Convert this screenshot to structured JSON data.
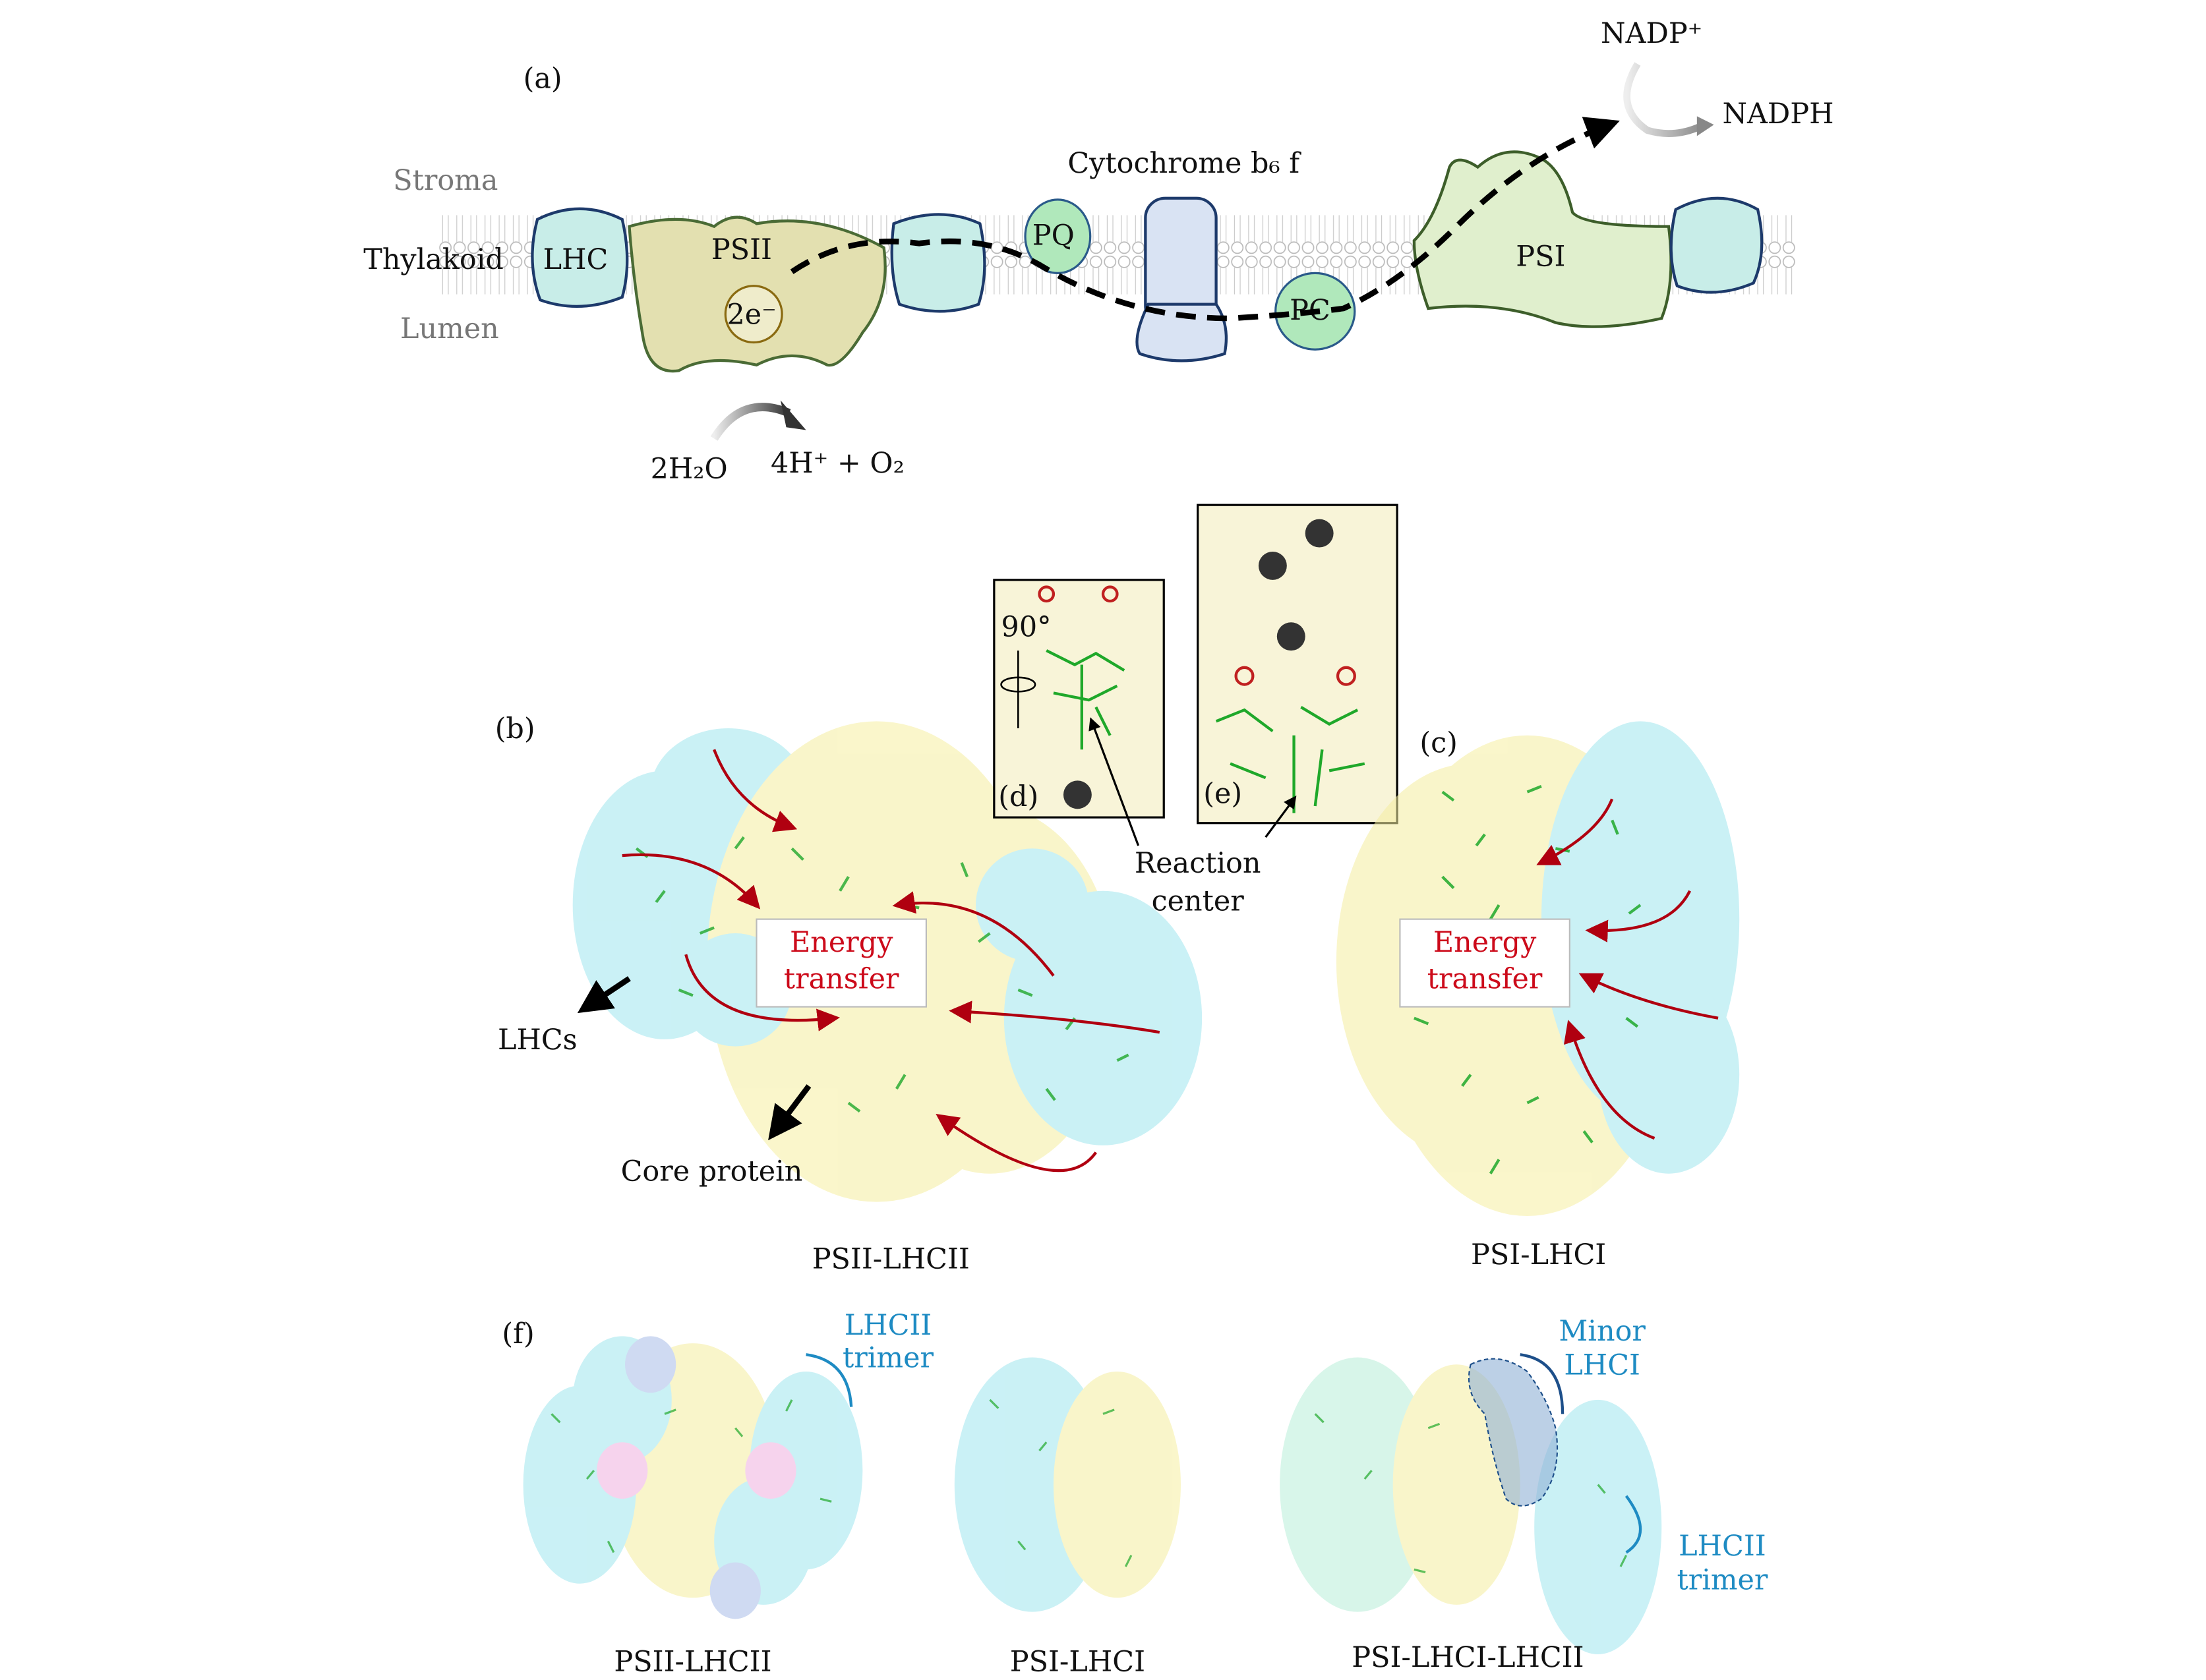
{
  "colors": {
    "cyan": "#c8ede8",
    "psii": "#e3e0b0",
    "psi": "#e0efcd",
    "pq": "#b0e8bb",
    "cyt": "#d9e3f3",
    "energy": "#cc0a1a",
    "annot": "#1e8bc3",
    "thylakoid": "#4a7c3a"
  },
  "panel_a": {
    "label": "(a)",
    "stroma": "Stroma",
    "thylakoid": "Thylakoid",
    "lumen": "Lumen",
    "lhc": "LHC",
    "psii": "PSII",
    "electrons": "2e⁻",
    "pq": "PQ",
    "cytochrome": "Cytochrome b₆ f",
    "pc": "PC",
    "psi": "PSI",
    "nadp": "NADP⁺",
    "nadph": "NADPH",
    "water": "2H₂O",
    "products": "4H⁺ + O₂"
  },
  "panel_b": {
    "label": "(b)",
    "energy_line1": "Energy",
    "energy_line2": "transfer",
    "lhcs": "LHCs",
    "core": "Core protein",
    "caption": "PSII-LHCII"
  },
  "panel_c": {
    "label": "(c)",
    "energy_line1": "Energy",
    "energy_line2": "transfer",
    "caption": "PSI-LHCI"
  },
  "panel_d": {
    "label": "(d)",
    "rotation": "90°"
  },
  "panel_e": {
    "label": "(e)"
  },
  "reaction_center": {
    "line1": "Reaction",
    "line2": "center"
  },
  "panel_f": {
    "label": "(f)",
    "lhcii_trimer_1a": "LHCII",
    "lhcii_trimer_1b": "trimer",
    "minor_a": "Minor",
    "minor_b": "LHCI",
    "lhcii_trimer_2a": "LHCII",
    "lhcii_trimer_2b": "trimer",
    "captions": [
      "PSII-LHCII",
      "PSI-LHCI",
      "PSI-LHCI-LHCII"
    ]
  }
}
